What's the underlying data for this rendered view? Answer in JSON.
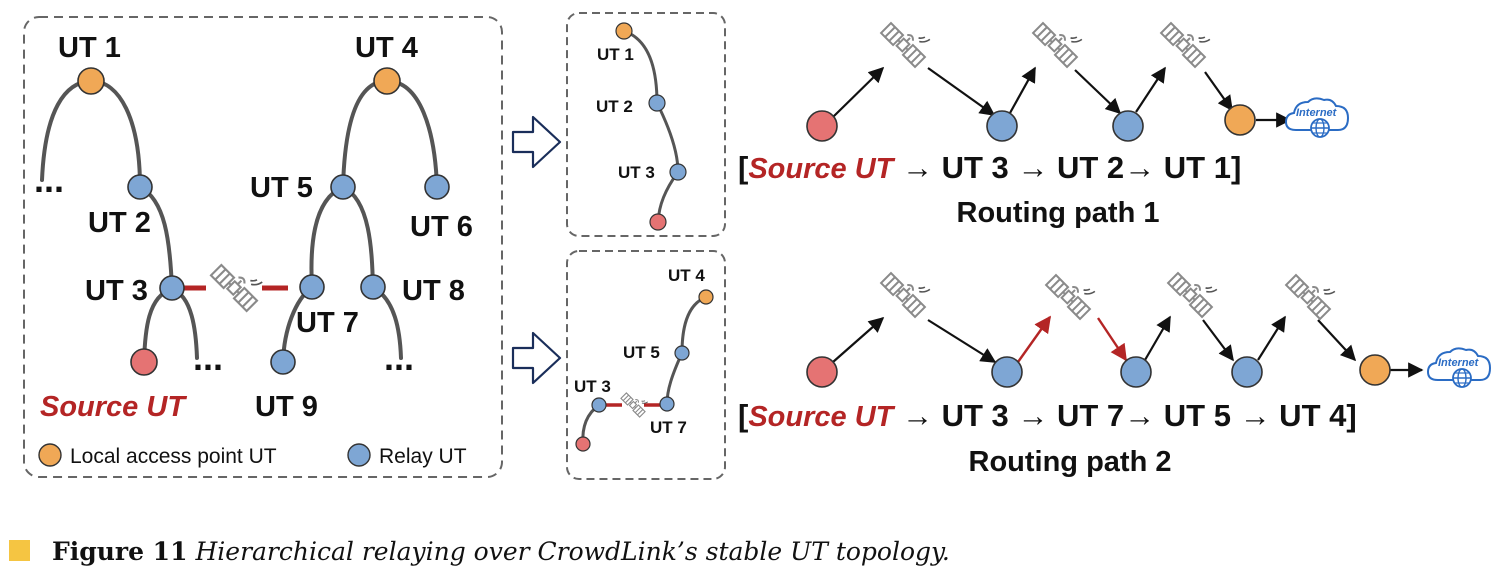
{
  "colors": {
    "access_point": "#f0a856",
    "relay": "#7ea6d4",
    "source": "#e57373",
    "red_link": "#b42525",
    "edge": "#555555",
    "caption_square": "#f5c542"
  },
  "topology": {
    "labels": {
      "ut1": "UT 1",
      "ut2": "UT 2",
      "ut3": "UT 3",
      "ut4": "UT 4",
      "ut5": "UT 5",
      "ut6": "UT 6",
      "ut7": "UT 7",
      "ut8": "UT 8",
      "ut9": "UT 9"
    },
    "source_label": "Source UT",
    "ellipsis": "...",
    "legend": {
      "access": "Local access point UT",
      "relay": "Relay UT"
    }
  },
  "subpanel_top": {
    "ut1": "UT 1",
    "ut2": "UT 2",
    "ut3": "UT 3"
  },
  "subpanel_bottom": {
    "ut4": "UT 4",
    "ut5": "UT 5",
    "ut3": "UT 3",
    "ut7": "UT 7"
  },
  "internet_label": "Internet",
  "routes": {
    "path1": {
      "bracket_open": "[",
      "source": "Source UT",
      "rest": " → UT 3 → UT 2→ UT 1]",
      "title": "Routing path 1"
    },
    "path2": {
      "bracket_open": "[",
      "source": "Source UT",
      "rest": " → UT 3 → UT 7→ UT 5 → UT 4]",
      "title": "Routing path 2"
    }
  },
  "caption": {
    "label": "Figure 11",
    "text": "Hierarchical relaying over CrowdLink’s stable UT topology."
  }
}
